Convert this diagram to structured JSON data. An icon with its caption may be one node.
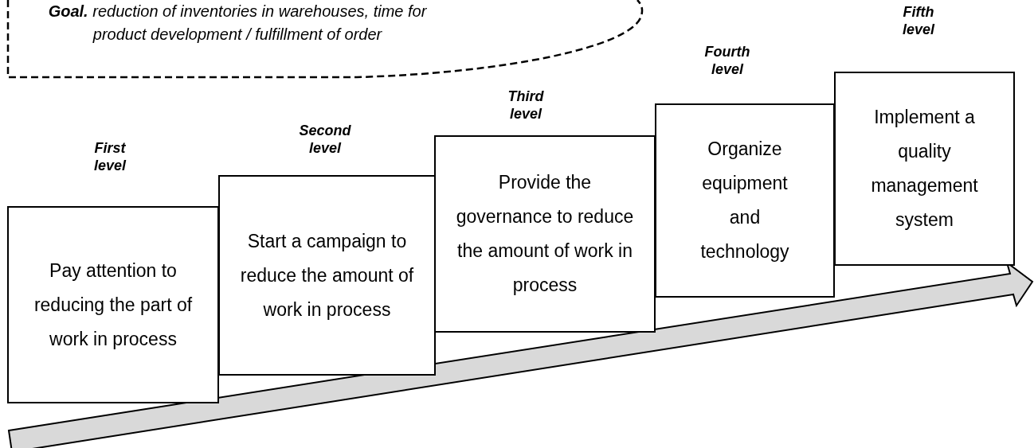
{
  "diagram": {
    "nodes": [
      {
        "text": [
          "**Goal.** reduction of inventories in warehouses, time for product development / fulfillment of order"
        ]
      },
      {
        "text": [
          "Pay attention to reducing the part of work in process"
        ],
        "beside": [
          "First level"
        ]
      },
      {
        "text": [
          "Start a campaign to reduce the amount of work in process"
        ],
        "beside": [
          "Second level"
        ]
      },
      {
        "text": [
          "Provide the governance to reduce the amount of work in process"
        ],
        "beside": [
          "Third level"
        ]
      },
      {
        "text": [
          "Organize equipment and technology"
        ],
        "beside": [
          "Fourth level"
        ]
      },
      {
        "text": [
          "Implement a quality management system"
        ],
        "beside": [
          "Fifth level"
        ]
      }
    ],
    "edges": []
  }
}
